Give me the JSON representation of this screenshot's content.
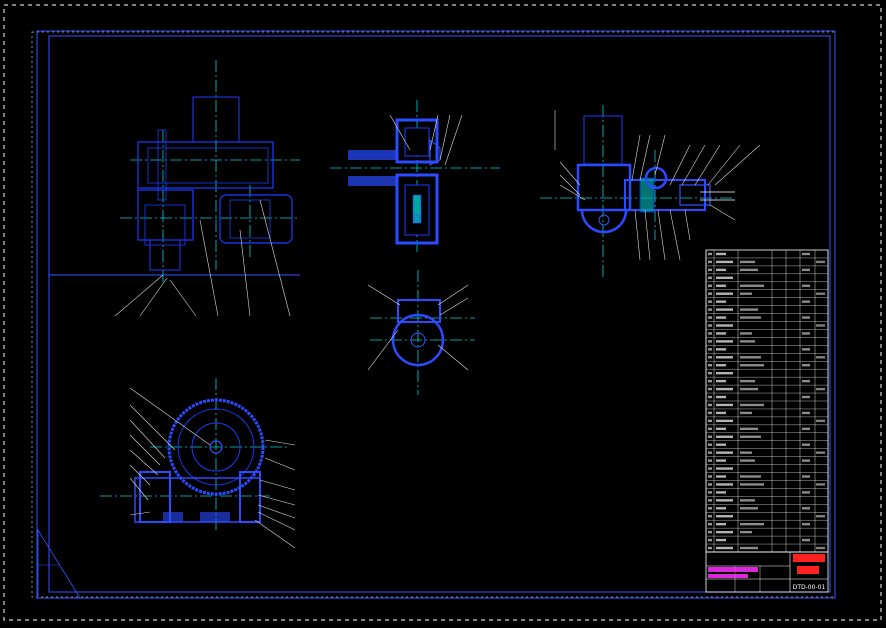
{
  "drawing": {
    "background": "#000000",
    "colors": {
      "outline": "#1a3cff",
      "outline_bright": "#3355ff",
      "centerline": "#00cfd6",
      "leader": "#dddddd",
      "frame_dashed": "#ffffff",
      "title_red": "#ff2020",
      "title_magenta": "#ff30ff",
      "hatch": "#2a4bff",
      "part_fill": "#00a5a5"
    },
    "views": [
      {
        "name": "front-assembly-view"
      },
      {
        "name": "section-view-gear-coupling"
      },
      {
        "name": "side-section-motor-mount"
      },
      {
        "name": "small-detail-view"
      },
      {
        "name": "worm-gear-housing-view"
      }
    ]
  },
  "title_block": {
    "school": "",
    "drawing_name": "",
    "drawing_number": "DTD-00-01"
  }
}
